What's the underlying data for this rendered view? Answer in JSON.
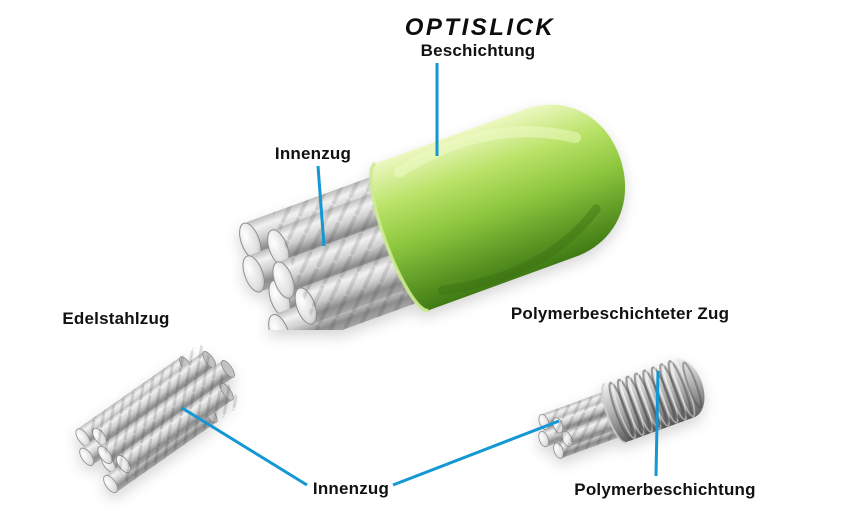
{
  "logo": "OPTISLICK",
  "labels": {
    "coating": "Beschichtung",
    "inner_cable_main": "Innenzug",
    "stainless_cable": "Edelstahlzug",
    "polymer_coated_cable": "Polymerbeschichteter Zug",
    "inner_cable_bottom": "Innenzug",
    "polymer_coating": "Polymerbeschichtung"
  },
  "colors": {
    "leader": "#1397d5",
    "coating_green": "#8cc63e",
    "polymer_gray": "#9a9a9a",
    "steel": "#c8c8c8",
    "text": "#111111"
  }
}
